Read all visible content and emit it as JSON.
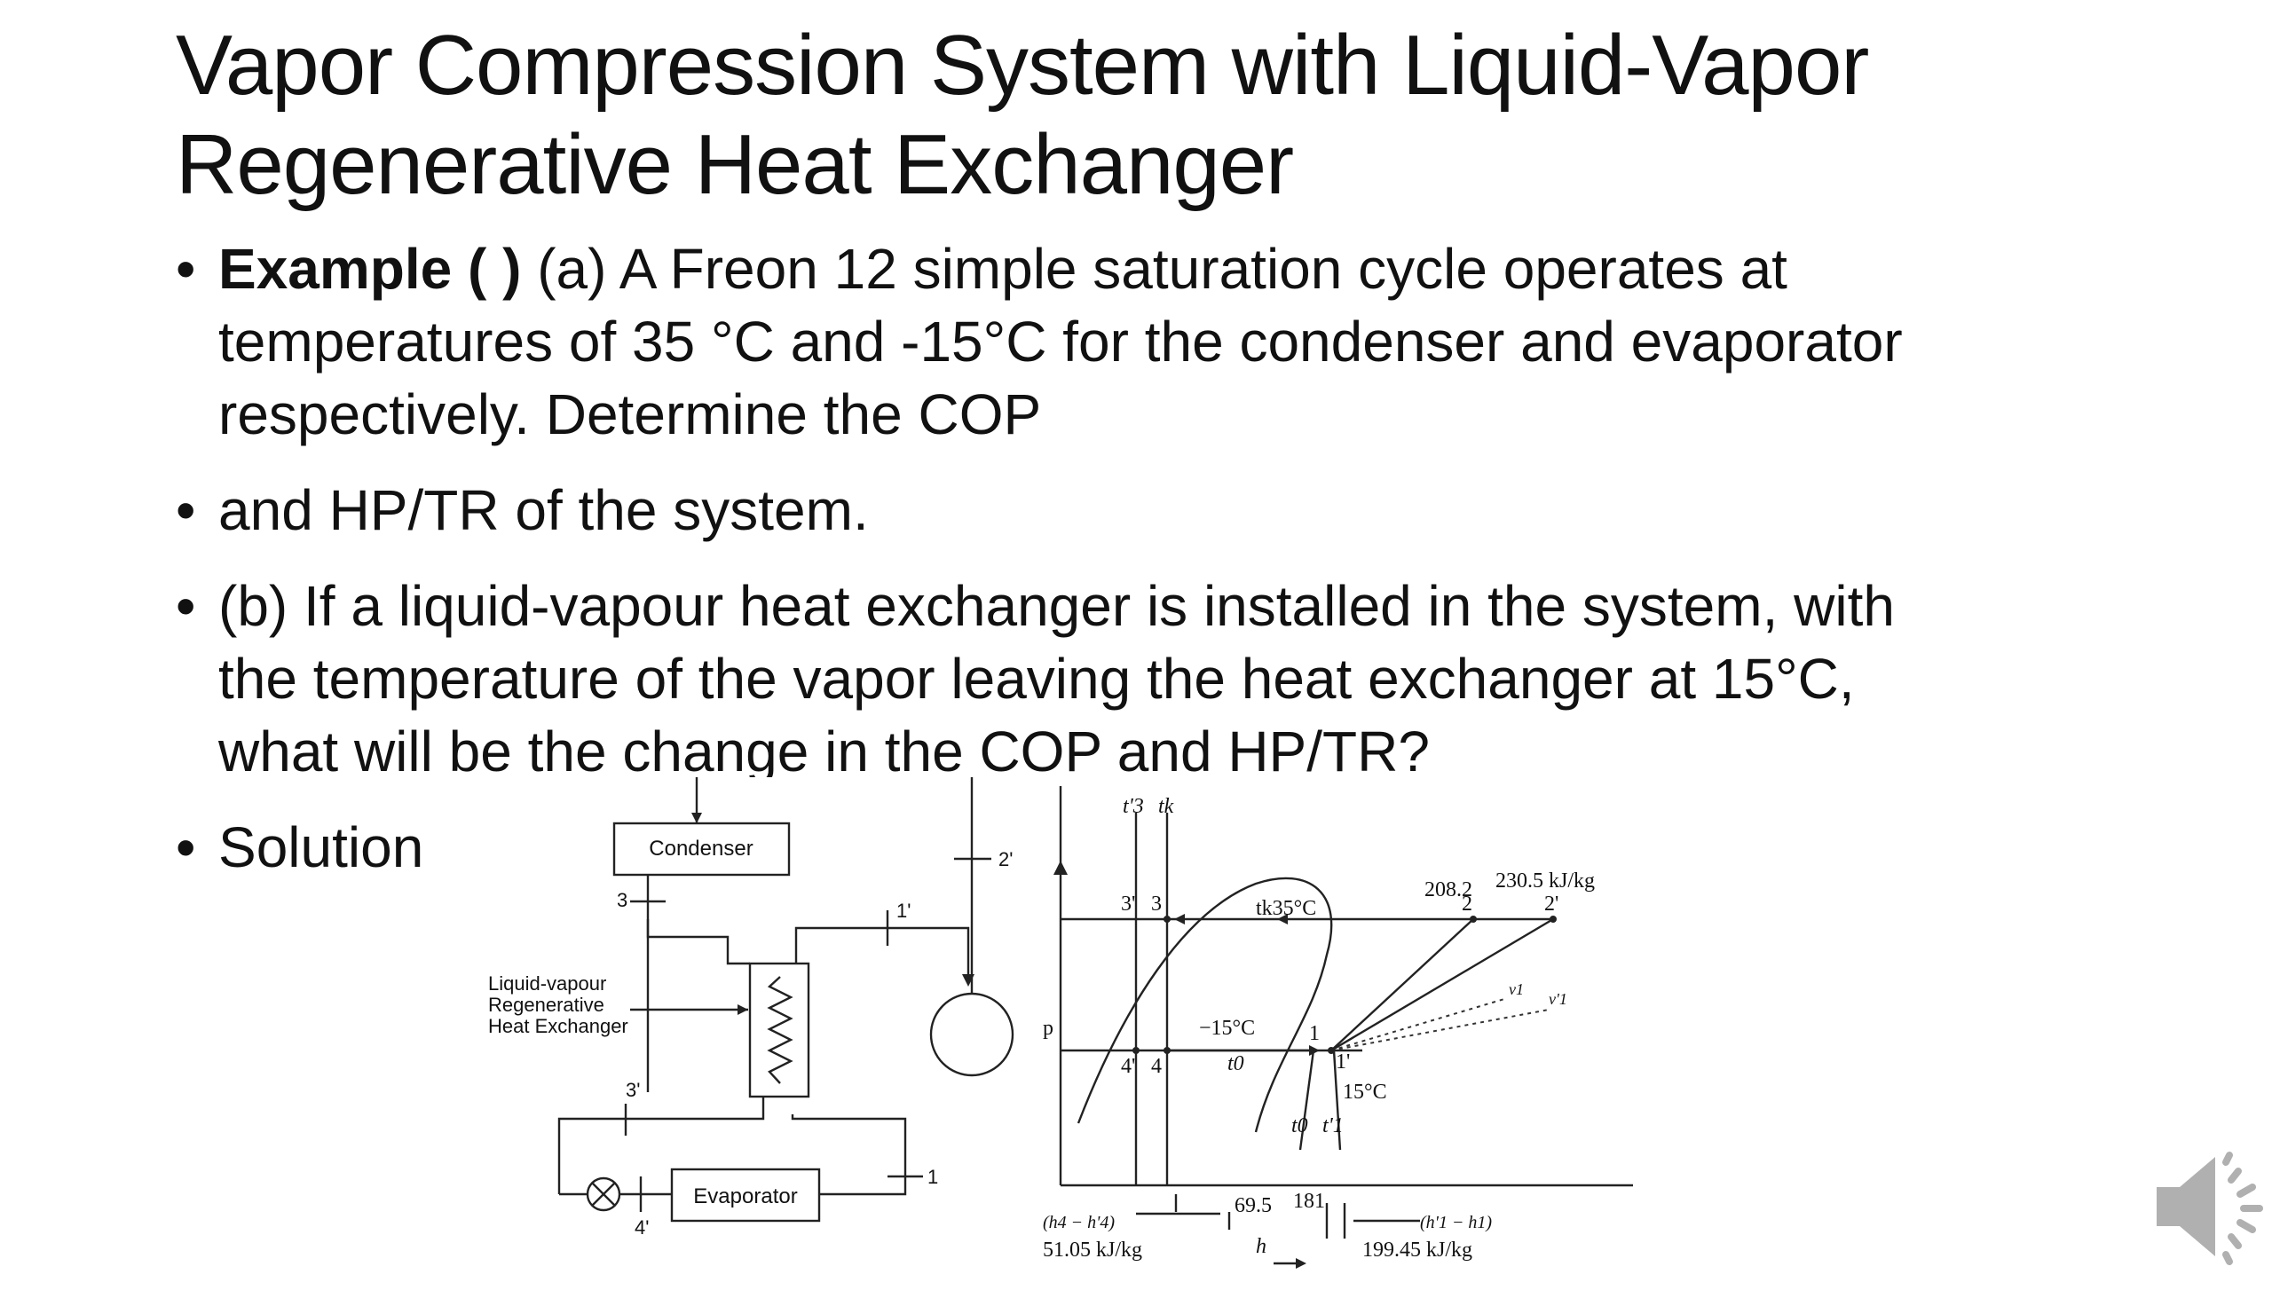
{
  "slide": {
    "title_line1": "Vapor Compression System with Liquid-Vapor",
    "title_line2": "Regenerative Heat Exchanger",
    "bullets": [
      {
        "bold": "Example (  )",
        "lines": [
          " (a) A Freon 12 simple saturation cycle operates at",
          "temperatures of 35 °C and -15°C for the condenser and evaporator",
          "respectively. Determine the COP"
        ]
      },
      {
        "lines": [
          "and HP/TR of the system."
        ]
      },
      {
        "lines": [
          "(b) If a liquid-vapour heat exchanger is installed in the system, with",
          "the temperature of the vapor leaving the heat exchanger at 15°C,",
          "what will be the change in the COP and HP/TR?"
        ]
      },
      {
        "lines": [
          "Solution"
        ]
      }
    ],
    "bullet_glyph": "•"
  },
  "schematic": {
    "condenser": "Condenser",
    "evaporator": "Evaporator",
    "hx_label": [
      "Liquid-vapour",
      "Regenerative",
      "Heat Exchanger"
    ],
    "point_3": "3",
    "point_3p": "3'",
    "point_1": "1",
    "point_1p": "1'",
    "point_2p": "2'",
    "point_4p": "4'"
  },
  "ph_chart": {
    "axis_p": "p",
    "axis_h": "h",
    "t3p": "t'3",
    "tk": "tk",
    "lbl_3p": "3'",
    "lbl_3": "3",
    "lbl_4p": "4'",
    "lbl_4": "4",
    "lbl_1": "1",
    "lbl_1p": "1'",
    "lbl_2": "2",
    "lbl_2p": "2'",
    "tk35": "tk35°C",
    "minus15": "−15°C",
    "t0": "t0",
    "t0b": "t0",
    "t1p": "t'1",
    "t15": "15°C",
    "v1": "v1",
    "v1p": "v'1",
    "h208": "208.2",
    "h230": "230.5 kJ/kg",
    "h695": "69.5",
    "h181": "181",
    "diff_left": "(h4 − h'4)",
    "diff_left_val": "51.05 kJ/kg",
    "diff_right": "(h'1 − h1)",
    "diff_right_val": "199.45 kJ/kg"
  },
  "icons": {
    "speaker": "speaker-icon"
  }
}
